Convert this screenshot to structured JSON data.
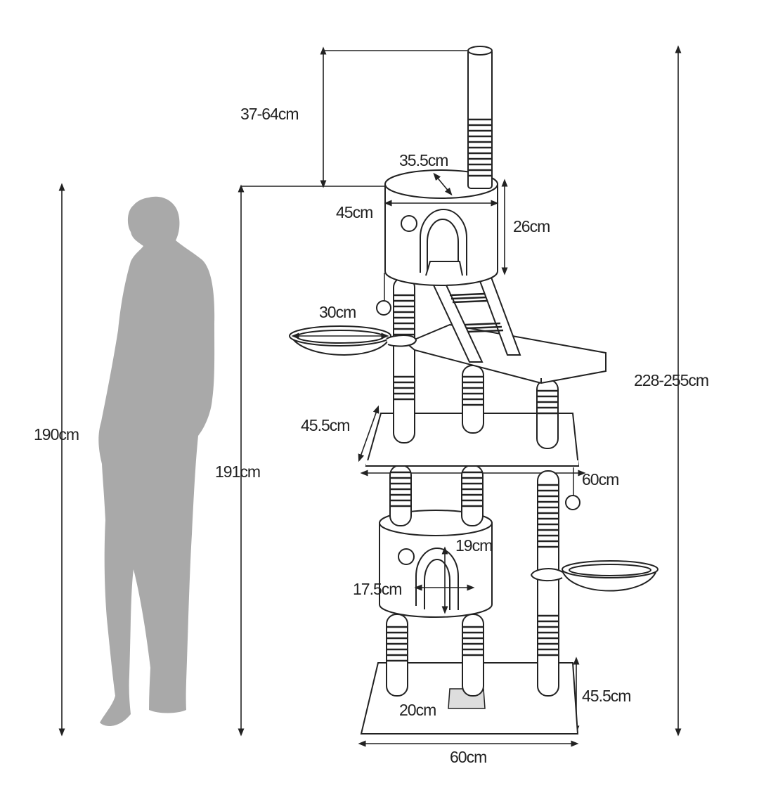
{
  "colors": {
    "line": "#222222",
    "silhouette": "#a9a9a9",
    "stripe": "#222222",
    "background": "#ffffff",
    "pad": "#dddddd"
  },
  "dimensions": {
    "top_post": "37-64cm",
    "top_house_depth": "35.5cm",
    "top_house_width": "45cm",
    "top_house_height": "26cm",
    "hammock_top": "30cm",
    "total_height": "228-255cm",
    "platform_depth": "45.5cm",
    "platform_width": "60cm",
    "base_to_top": "191cm",
    "person_height": "190cm",
    "lower_house_door_height": "19cm",
    "lower_house_door_width": "17.5cm",
    "base_depth": "45.5cm",
    "pad_width": "20cm",
    "base_width": "60cm"
  }
}
